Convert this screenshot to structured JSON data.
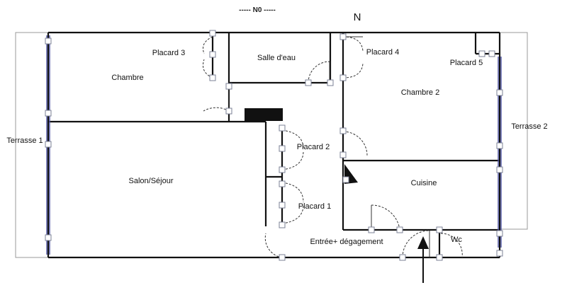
{
  "header": {
    "level": "----- N0 -----",
    "north": "N"
  },
  "rooms": {
    "chambre": "Chambre",
    "placard3": "Placard 3",
    "salle_deau": "Salle d'eau",
    "placard4": "Placard 4",
    "placard5": "Placard 5",
    "chambre2": "Chambre 2",
    "terrasse1": "Terrasse 1",
    "terrasse2": "Terrasse 2",
    "salon": "Salon/Séjour",
    "placard2": "Placard 2",
    "placard1": "Placard 1",
    "cuisine": "Cuisine",
    "entree": "Entrée+ dégagement",
    "wc": "Wc"
  }
}
